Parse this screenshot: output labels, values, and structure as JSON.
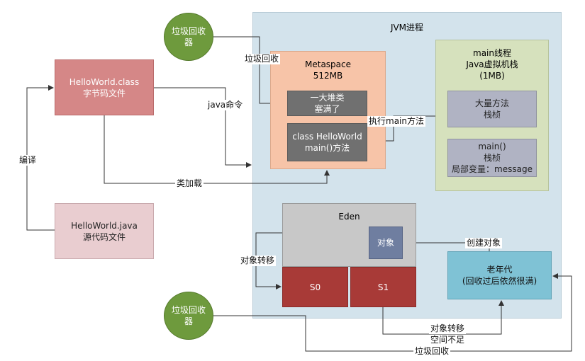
{
  "jvm": {
    "title": "JVM进程"
  },
  "hello_class": {
    "line1": "HelloWorld.class",
    "line2": "字节码文件"
  },
  "hello_java": {
    "line1": "HelloWorld.java",
    "line2": "源代码文件"
  },
  "metaspace": {
    "line1": "Metaspace",
    "line2": "512MB",
    "class_a": {
      "line1": "一大堆类",
      "line2": "塞满了"
    },
    "class_b": {
      "line1": "class HelloWorld",
      "line2": "main()方法"
    }
  },
  "main_thread": {
    "line1": "main线程",
    "line2": "Java虚拟机栈",
    "line3": "(1MB)",
    "frame1": {
      "line1": "大量方法",
      "line2": "栈桢"
    },
    "frame2": {
      "line1": "main()",
      "line2": "栈桢",
      "line3": "局部变量：message"
    }
  },
  "eden": {
    "title": "Eden",
    "object": "对象"
  },
  "survivor": {
    "s0": "S0",
    "s1": "S1"
  },
  "old_gen": {
    "line1": "老年代",
    "line2": "(回收过后依然很满)"
  },
  "gc_top": {
    "line1": "垃圾回收",
    "line2": "器"
  },
  "gc_bottom": {
    "line1": "垃圾回收",
    "line2": "器"
  },
  "labels": {
    "gc_collect": "垃圾回收",
    "java_cmd": "java命令",
    "compile": "编译",
    "class_load": "类加载",
    "exec_main": "执行main方法",
    "create_object": "创建对象",
    "object_move": "对象转移",
    "move_space_1": "对象转移",
    "move_space_2": "空间不足",
    "bottom_gc": "垃圾回收"
  },
  "colors": {
    "line": "#333333",
    "jvm_bg": "#d3e3ec"
  }
}
